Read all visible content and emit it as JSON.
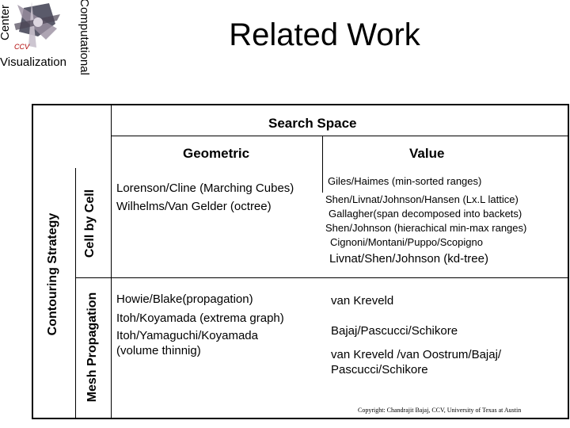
{
  "logo": {
    "left_word": "Center",
    "bottom_word": "Visualization",
    "right_word": "Computational",
    "mark": "CCV"
  },
  "title": "Related Work",
  "table": {
    "top_header": "Search Space",
    "columns": [
      "Geometric",
      "Value"
    ],
    "row_group_header": "Contouring Strategy",
    "rows": [
      {
        "label": "Cell by Cell",
        "geometric": [
          "Lorenson/Cline (Marching Cubes)",
          "Wilhelms/Van Gelder (octree)"
        ],
        "value": [
          "Giles/Haimes (min-sorted ranges)",
          "Shen/Livnat/Johnson/Hansen (Lx.L lattice)",
          "Gallagher(span decomposed into backets)",
          "Shen/Johnson (hierachical min-max ranges)",
          "Cignoni/Montani/Puppo/Scopigno",
          "Livnat/Shen/Johnson (kd-tree)"
        ]
      },
      {
        "label": "Mesh Propagation",
        "geometric": [
          "Howie/Blake(propagation)",
          "Itoh/Koyamada (extrema graph)",
          "Itoh/Yamaguchi/Koyamada",
          "(volume thinnig)"
        ],
        "value": [
          "van Kreveld",
          "Bajaj/Pascucci/Schikore",
          "van Kreveld /van Oostrum/Bajaj/",
          "Pascucci/Schikore"
        ]
      }
    ]
  },
  "copyright": "Copyright: Chandrajit Bajaj, CCV, University of Texas at Austin"
}
